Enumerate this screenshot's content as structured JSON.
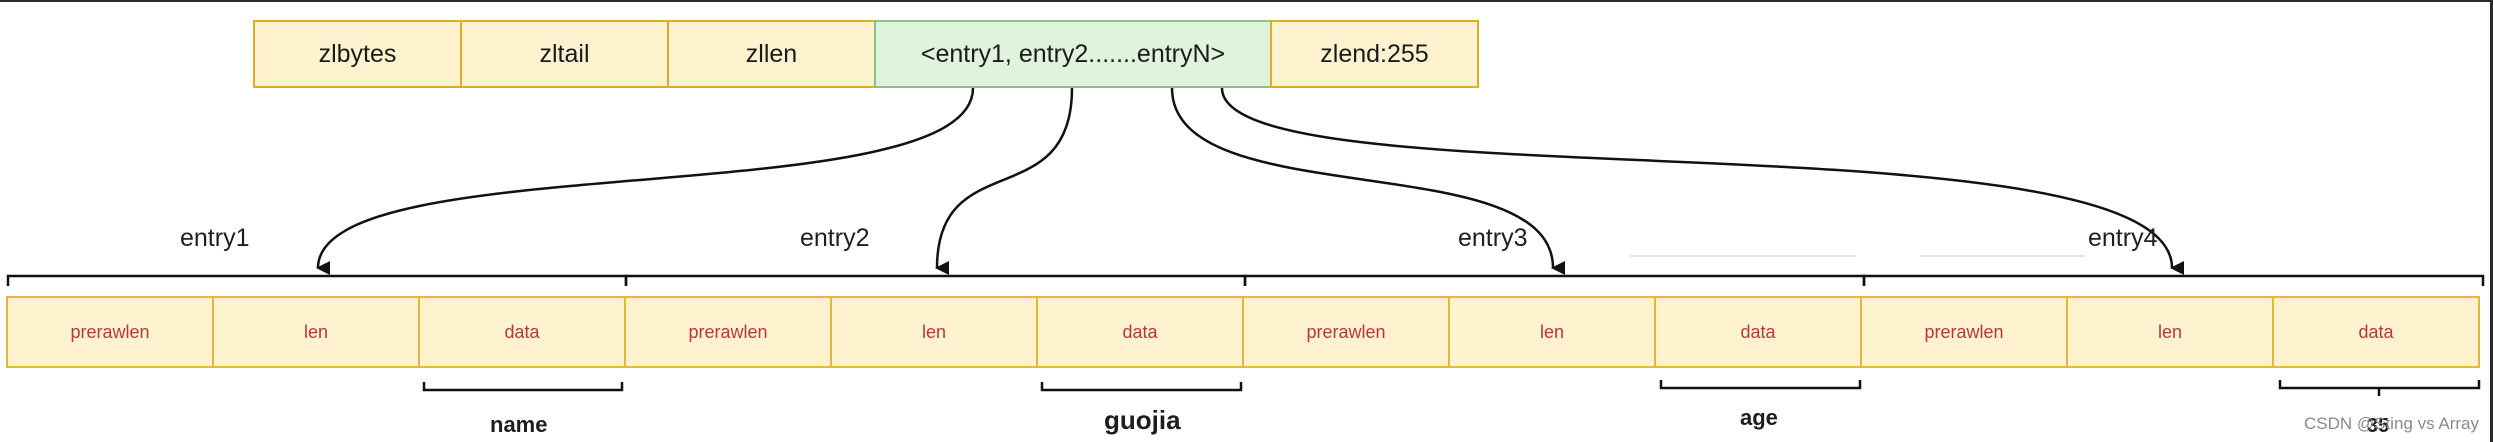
{
  "header": {
    "cells": [
      "zlbytes",
      "zltail",
      "zllen",
      "<entry1, entry2.......entryN>",
      "zlend:255"
    ]
  },
  "entries": [
    {
      "label": "entry1",
      "fields": [
        "prerawlen",
        "len",
        "data"
      ],
      "data_label": "name"
    },
    {
      "label": "entry2",
      "fields": [
        "prerawlen",
        "len",
        "data"
      ],
      "data_label": "guojia"
    },
    {
      "label": "entry3",
      "fields": [
        "prerawlen",
        "len",
        "data"
      ],
      "data_label": "age"
    },
    {
      "label": "entry4",
      "fields": [
        "prerawlen",
        "len",
        "data"
      ],
      "data_label": "35"
    }
  ],
  "watermark": "CSDN @Sting vs Array",
  "colors": {
    "cell_fill": "#fff2cf",
    "cell_border": "#e8b640",
    "highlight_fill": "#dff3dd",
    "highlight_border": "#8cc084",
    "field_text": "#b33a3a"
  }
}
